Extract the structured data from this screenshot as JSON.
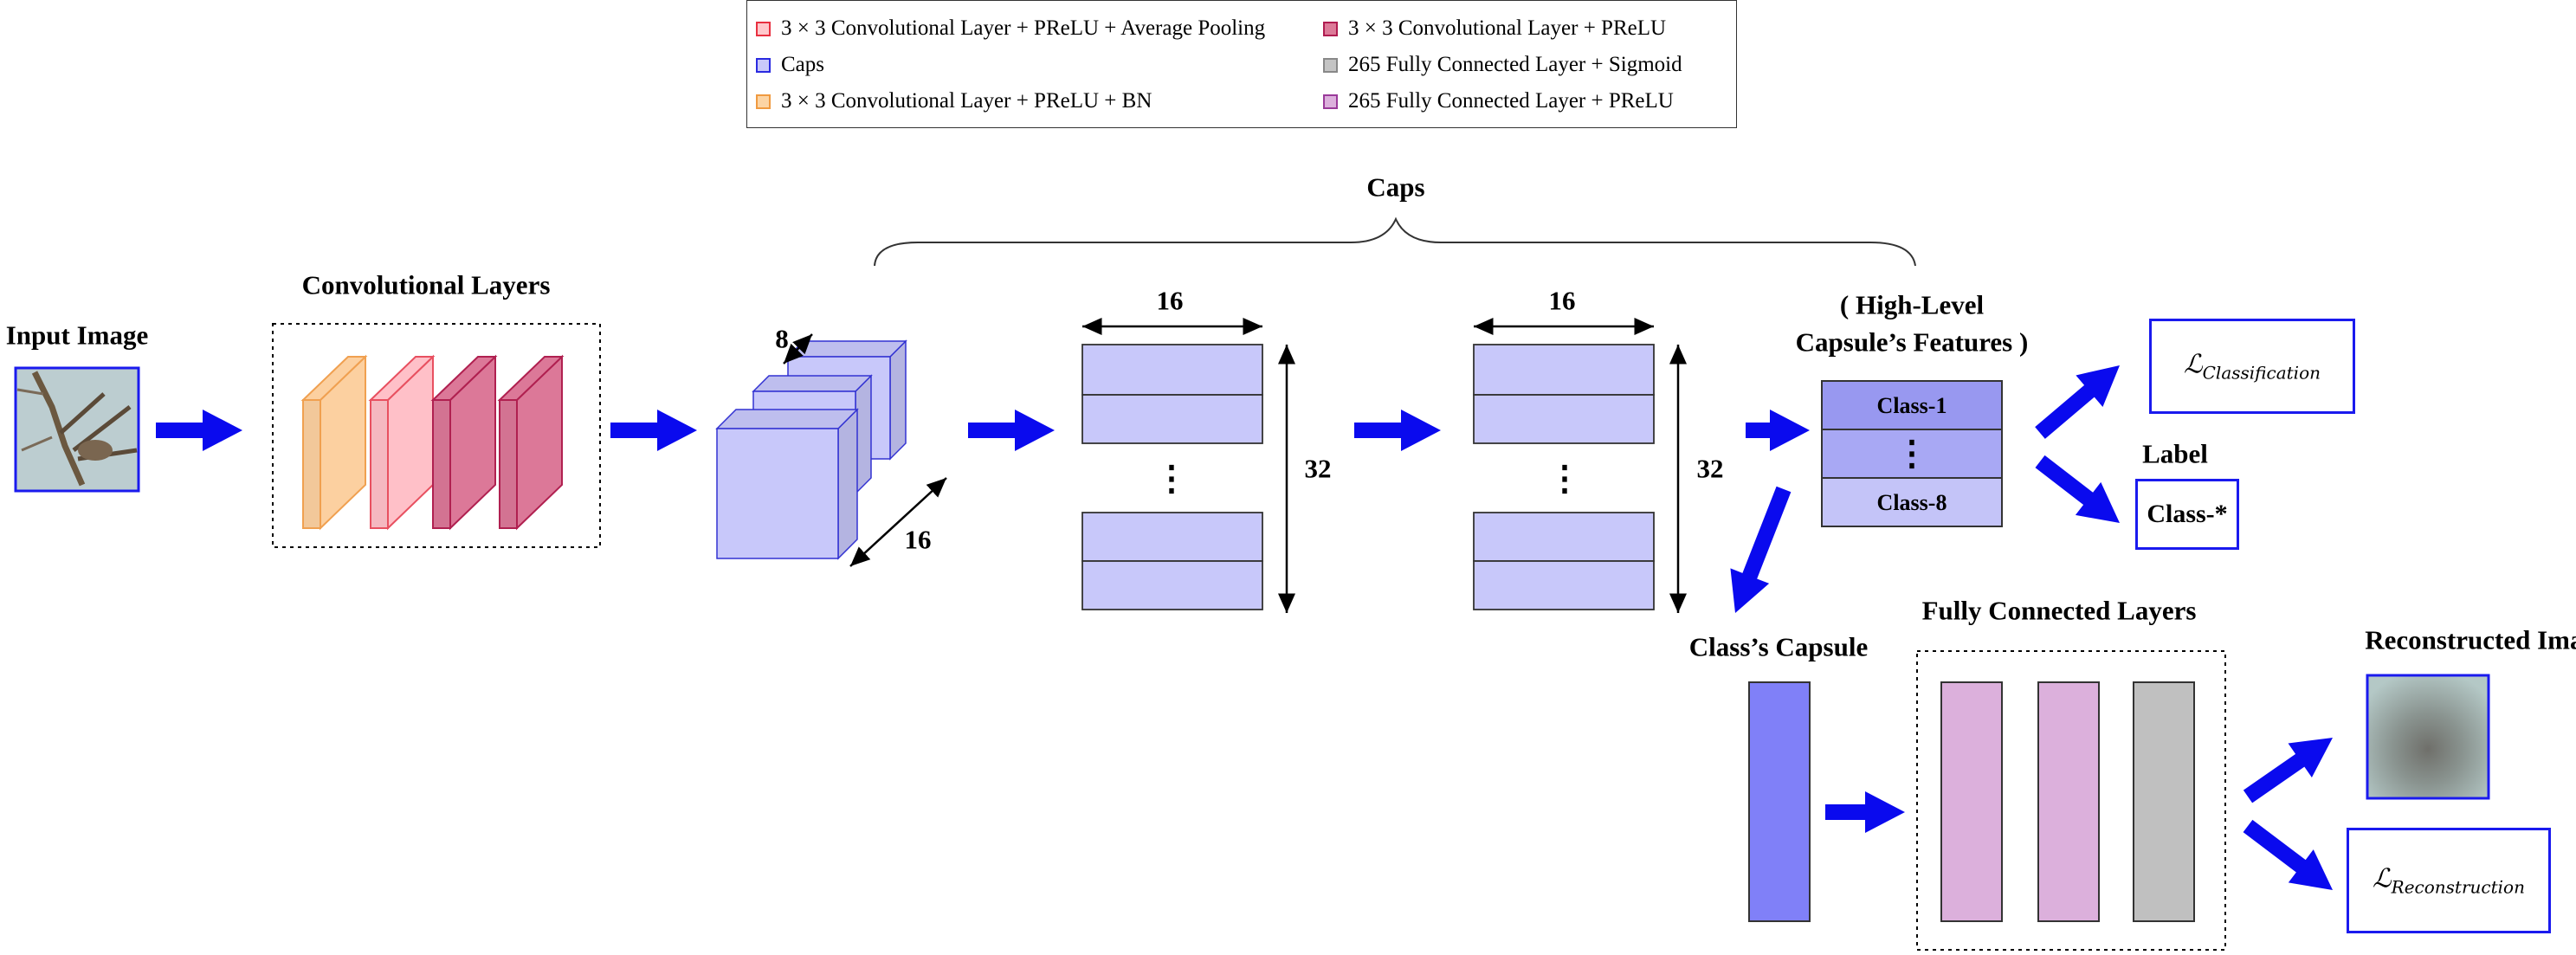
{
  "legend": [
    {
      "label": "3 × 3 Convolutional Layer + PReLU + Average Pooling",
      "color": "#ffc8cc",
      "border": "#e83040"
    },
    {
      "label": "3 × 3 Convolutional Layer + PReLU",
      "color": "#dc7a98",
      "border": "#b01c50"
    },
    {
      "label": "Caps",
      "color": "#c8c8fa",
      "border": "#2a2ae0"
    },
    {
      "label": "265 Fully Connected Layer + Sigmoid",
      "color": "#c4c4c4",
      "border": "#888888"
    },
    {
      "label": "3 × 3 Convolutional Layer + PReLU + BN",
      "color": "#fcd4a4",
      "border": "#f09a40"
    },
    {
      "label": "265 Fully Connected Layer + PReLU",
      "color": "#dcb0dc",
      "border": "#9a3a9a"
    }
  ],
  "labels": {
    "input_image": "Input Image",
    "conv_layers": "Convolutional Layers",
    "caps": "Caps",
    "high_level": "( High-Level",
    "high_level_2": "Capsule’s Features )",
    "label": "Label",
    "class_capsule": "Class’s Capsule",
    "fc_layers": "Fully Connected Layers",
    "reconstructed": "Reconstructed Image"
  },
  "dims": {
    "d8": "8",
    "d16_cube": "16",
    "d16_a": "16",
    "d32_a": "32",
    "d16_b": "16",
    "d32_b": "32"
  },
  "classes": {
    "first": "Class-1",
    "dots": "⋮",
    "last": "Class-8"
  },
  "outputs": {
    "loss_classification_symbol": "ℒ",
    "loss_classification_sub": "Classification",
    "predicted": "Class-*",
    "loss_reconstruction_symbol": "ℒ",
    "loss_reconstruction_sub": "Reconstruction"
  },
  "colors": {
    "arrow_blue": "#0a0aee",
    "caps_fill": "#c8c8fa",
    "caps_stroke": "#3232d2",
    "class_dark": "#9898f0",
    "class_mid": "#a8a8f4",
    "class_capsule": "#8080f8",
    "fc_prelu": "#dcb0dc",
    "fc_sigmoid": "#c0c0c0",
    "conv_bn": "#fcd0a0",
    "conv_pool": "#ffc0c8",
    "conv_prelu": "#dc7898"
  }
}
